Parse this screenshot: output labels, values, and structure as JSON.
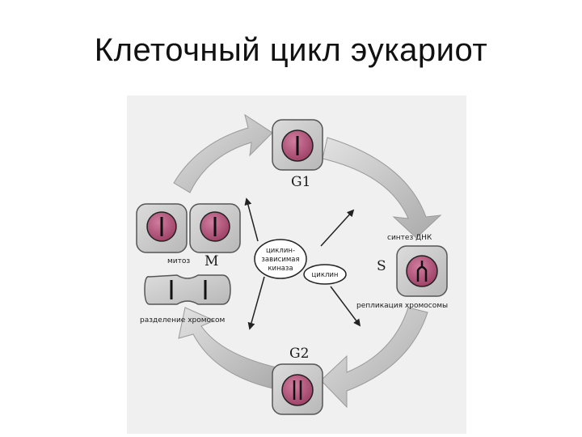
{
  "title": "Клеточный цикл эукариот",
  "phases": {
    "g1": "G1",
    "s": "S",
    "g2": "G2",
    "m": "M"
  },
  "labels": {
    "dna_synthesis": "синтез ДНК",
    "chromosome_replication": "репликация хромосомы",
    "mitosis": "митоз",
    "chromosome_separation": "разделение хромосом",
    "cdk_line1": "циклин-",
    "cdk_line2": "зависимая",
    "cdk_line3": "киназа",
    "cyclin": "циклин"
  },
  "colors": {
    "cell_fill": "#cdcdcd",
    "nucleus": "#b04d75",
    "arrow": "#bdbdbd",
    "panel": "#f0f0f0"
  }
}
